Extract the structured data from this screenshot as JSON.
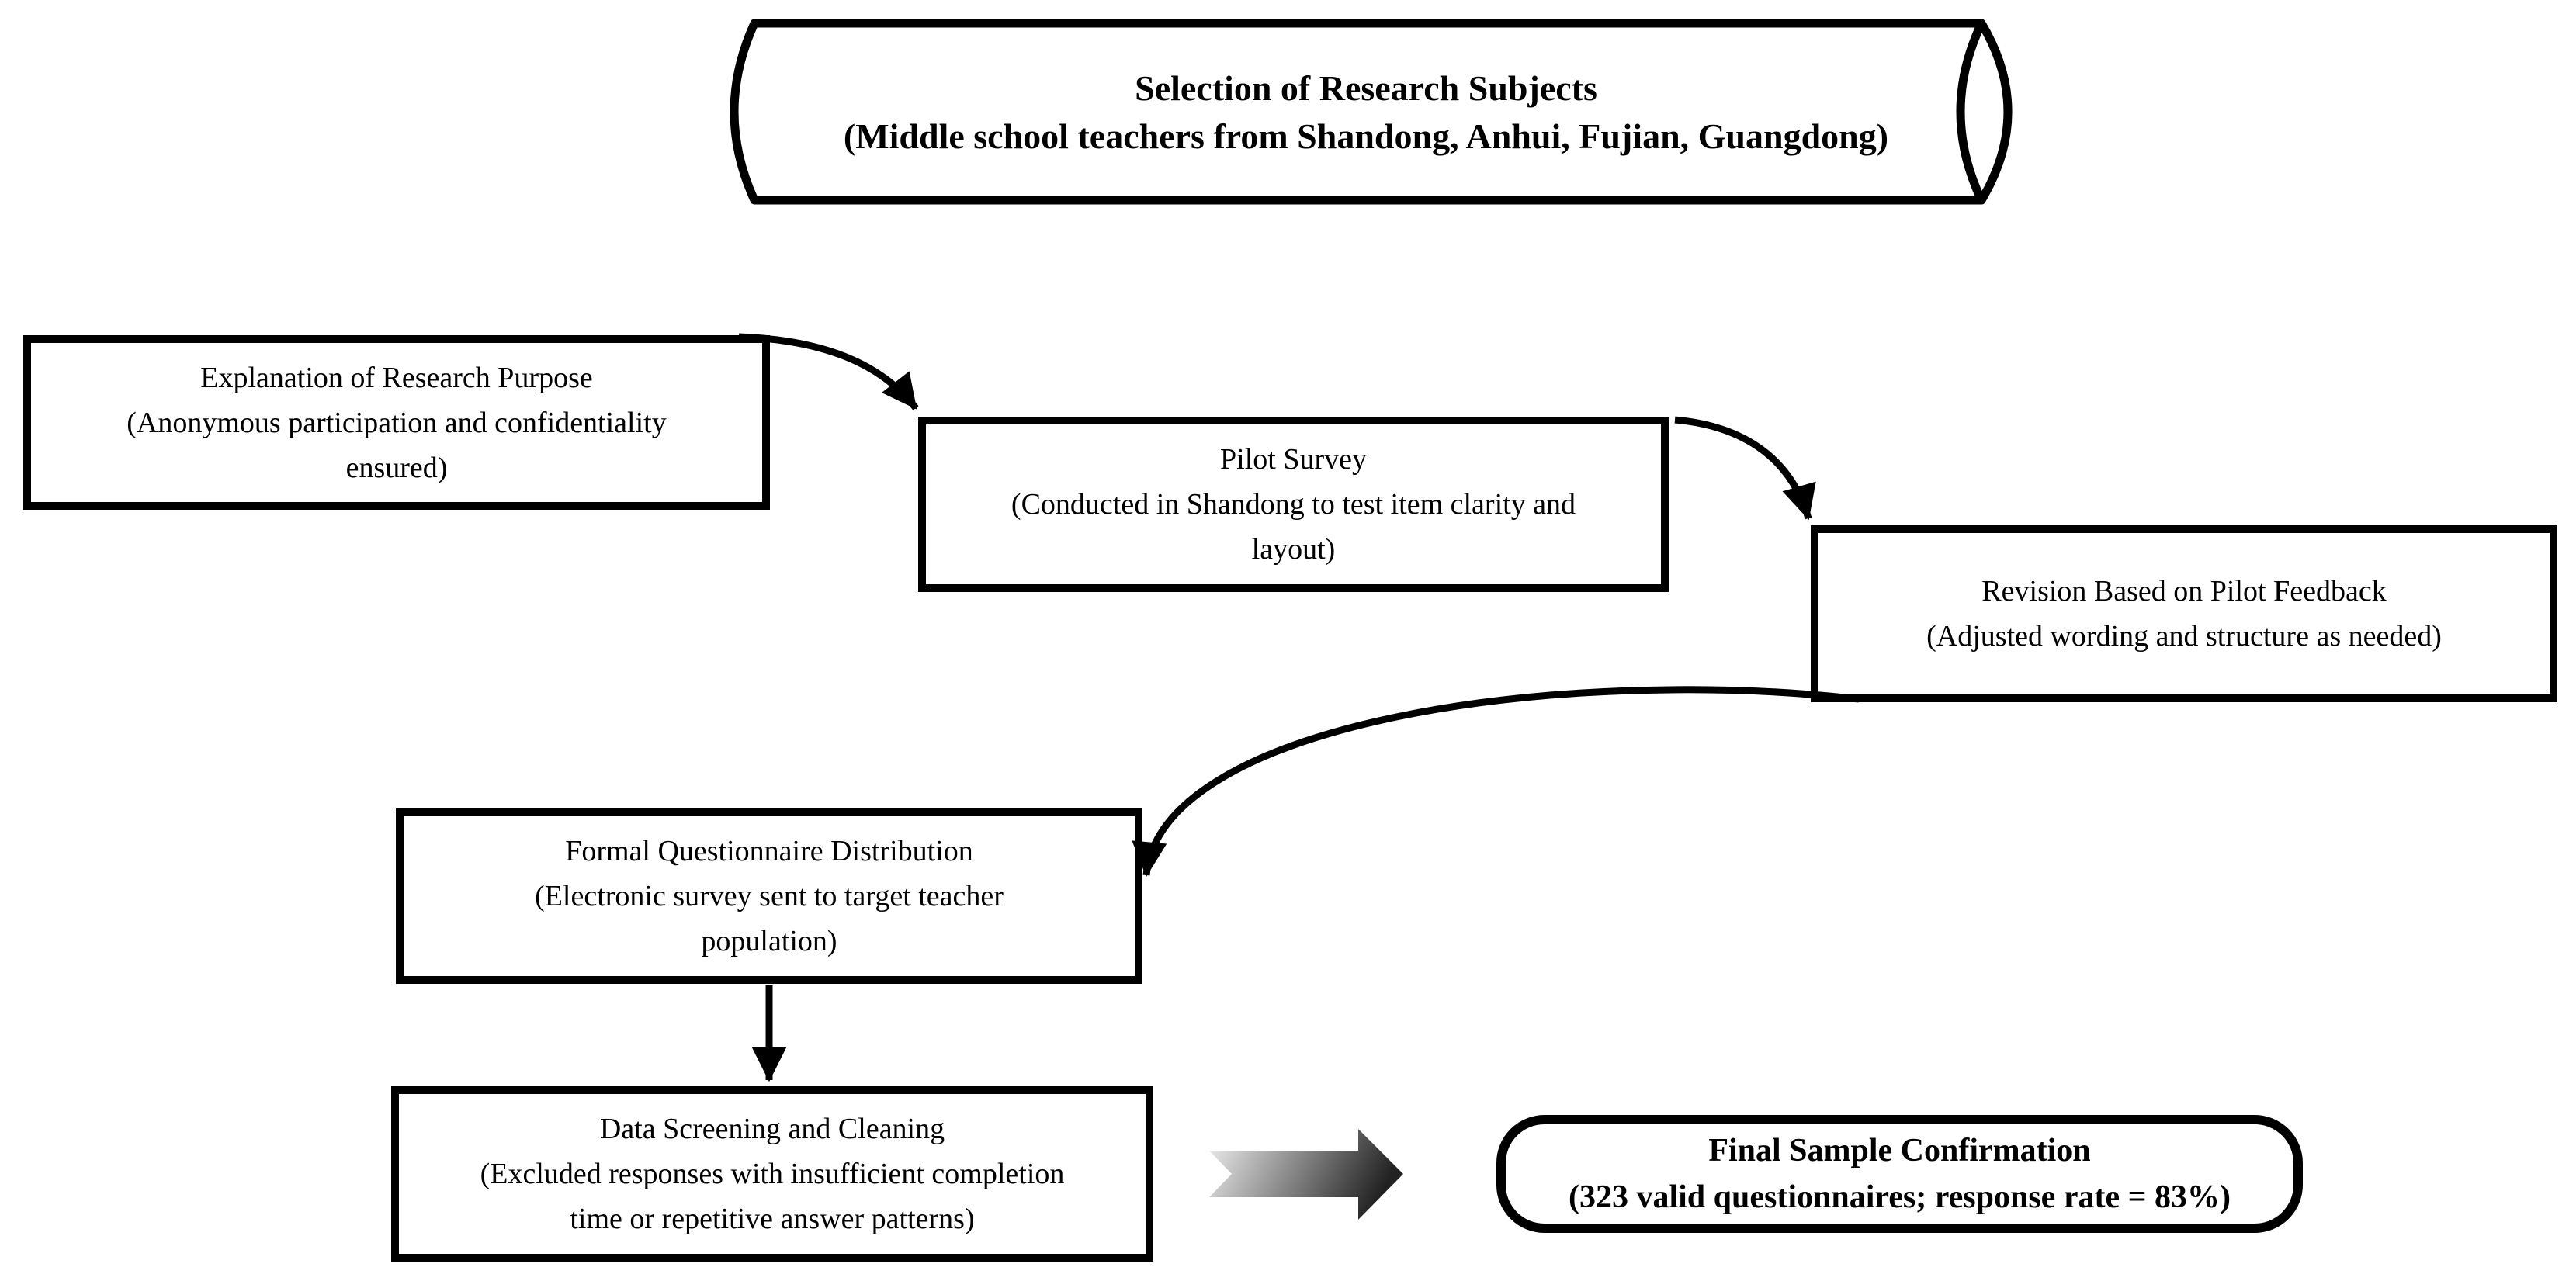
{
  "flowchart": {
    "nodes": {
      "selection": {
        "shape": "cylinder",
        "lines": [
          "Selection of Research Subjects",
          "(Middle school teachers from Shandong, Anhui, Fujian, Guangdong)"
        ]
      },
      "explanation": {
        "shape": "rectangle",
        "lines": [
          "Explanation of Research Purpose",
          "(Anonymous participation and confidentiality",
          "ensured)"
        ]
      },
      "pilot": {
        "shape": "rectangle",
        "lines": [
          "Pilot Survey",
          "(Conducted in Shandong to test item clarity and",
          "layout)"
        ]
      },
      "revision": {
        "shape": "rectangle",
        "lines": [
          "Revision Based on Pilot Feedback",
          "(Adjusted wording and structure as needed)"
        ]
      },
      "formal": {
        "shape": "rectangle",
        "lines": [
          "Formal Questionnaire Distribution",
          "(Electronic survey sent to target teacher",
          "population)"
        ]
      },
      "screening": {
        "shape": "rectangle",
        "lines": [
          "Data Screening and Cleaning",
          "(Excluded responses with insufficient completion",
          "time or repetitive answer patterns)"
        ]
      },
      "final": {
        "shape": "rounded-terminal",
        "lines": [
          "Final Sample Confirmation",
          "(323 valid questionnaires; response rate = 83%)"
        ]
      }
    },
    "connectors": [
      {
        "from": "explanation",
        "to": "pilot",
        "style": "curved-arrow"
      },
      {
        "from": "pilot",
        "to": "revision",
        "style": "curved-arrow"
      },
      {
        "from": "revision",
        "to": "formal",
        "style": "curved-arrow"
      },
      {
        "from": "formal",
        "to": "screening",
        "style": "straight-arrow"
      },
      {
        "from": "screening",
        "to": "final",
        "style": "gradient-block-arrow"
      }
    ],
    "colors": {
      "stroke": "#000000",
      "background": "#ffffff",
      "block_arrow_gradient_start": "#f2f2f2",
      "block_arrow_gradient_end": "#222222"
    }
  }
}
